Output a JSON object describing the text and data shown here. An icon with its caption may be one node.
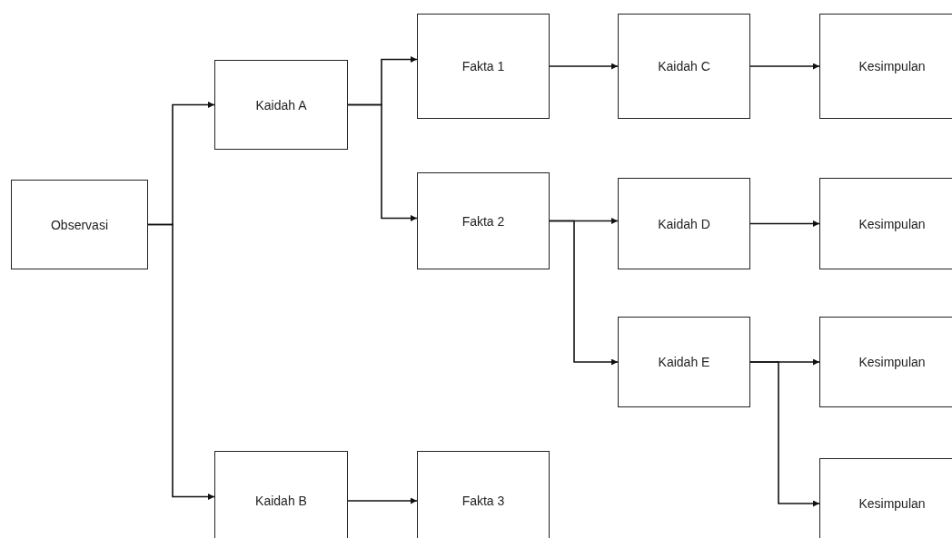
{
  "diagram": {
    "nodes": [
      {
        "text": [
          "Observasi"
        ]
      },
      {
        "text": [
          "Kaidah A"
        ]
      },
      {
        "text": [
          "Fakta 1"
        ]
      },
      {
        "text": [
          "Kaidah C"
        ]
      },
      {
        "text": [
          "Kesimpulan"
        ]
      },
      {
        "text": [
          "Fakta 2"
        ]
      },
      {
        "text": [
          "Kaidah D"
        ]
      },
      {
        "text": [
          "Kesimpulan"
        ]
      },
      {
        "text": [
          "Kaidah E"
        ]
      },
      {
        "text": [
          "Kesimpulan"
        ]
      },
      {
        "text": [
          "Kesimpulan"
        ]
      },
      {
        "text": [
          "Kaidah B"
        ]
      },
      {
        "text": [
          "Fakta 3"
        ]
      }
    ],
    "edges": [
      {
        "from": 0,
        "to": 1,
        "arrow": "to"
      },
      {
        "from": 0,
        "to": 11,
        "arrow": "to"
      },
      {
        "from": 1,
        "to": 2,
        "arrow": "to"
      },
      {
        "from": 1,
        "to": 5,
        "arrow": "to"
      },
      {
        "from": 2,
        "to": 3,
        "arrow": "to"
      },
      {
        "from": 3,
        "to": 4,
        "arrow": "to"
      },
      {
        "from": 5,
        "to": 6,
        "arrow": "to"
      },
      {
        "from": 5,
        "to": 8,
        "arrow": "to"
      },
      {
        "from": 6,
        "to": 7,
        "arrow": "to"
      },
      {
        "from": 8,
        "to": 9,
        "arrow": "to"
      },
      {
        "from": 8,
        "to": 10,
        "arrow": "to"
      },
      {
        "from": 11,
        "to": 12,
        "arrow": "to"
      }
    ]
  }
}
